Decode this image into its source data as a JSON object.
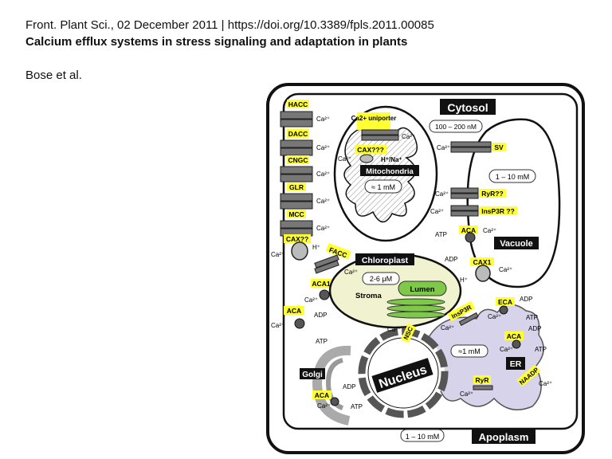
{
  "header": {
    "citation": "Front. Plant Sci., 02 December 2011 | https://doi.org/10.3389/fpls.2011.00085",
    "title": "Calcium efflux systems in stress signaling and adaptation in plants",
    "authors": "Bose et al."
  },
  "figure": {
    "compartments": {
      "cytosol": "Cytosol",
      "cytosol_conc": "100 – 200 nM",
      "mitochondria": "Mitochondria",
      "mito_conc": "≈ 1 mM",
      "vacuole": "Vacuole",
      "vacuole_conc": "1 – 10 mM",
      "chloroplast": "Chloroplast",
      "chloro_conc": "2-6 μM",
      "stroma": "Stroma",
      "lumen": "Lumen",
      "nucleus": "Nucleus",
      "er": "ER",
      "er_conc": "≈1 mM",
      "golgi": "Golgi",
      "apoplasm": "Apoplasm",
      "apoplasm_conc": "1 – 10 mM"
    },
    "transporters": {
      "hacc": "HACC",
      "dacc": "DACC",
      "cngc": "CNGC",
      "glr": "GLR",
      "mcc": "MCC",
      "cax_pm": "CAX??",
      "facc": "FACC",
      "aca1": "ACA1",
      "aca_pm": "ACA",
      "ca_uniporter": "Ca2+ uniporter",
      "cax_mito": "CAX???",
      "sv": "SV",
      "ryr_vac": "RyR??",
      "insp3r_vac": "InsP3R ??",
      "aca_vac": "ACA",
      "cax1": "CAX1",
      "insp3r_er": "InsP3R",
      "eca": "ECA",
      "aca_er": "ACA",
      "ryr_er": "RyR",
      "naadp": "NAADP",
      "nsc": "NSC",
      "aca_golgi": "ACA"
    },
    "ions": {
      "ca": "Ca²⁺",
      "h": "H⁺",
      "h_na": "H⁺/Na⁺",
      "atp": "ATP",
      "adp": "ADP"
    }
  }
}
